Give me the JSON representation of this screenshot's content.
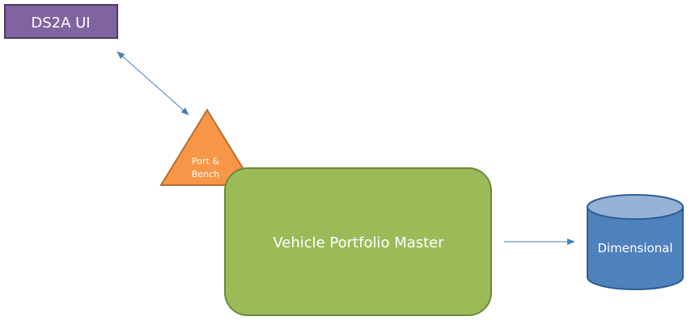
{
  "diagram": {
    "nodes": {
      "ds2a_ui": {
        "label": "DS2A UI",
        "shape": "rectangle",
        "fill": "#8064A2",
        "stroke": "#4B3A62"
      },
      "port_bench": {
        "label_lines": [
          "Port &",
          "Bench"
        ],
        "shape": "triangle",
        "fill": "#F79646",
        "stroke": "#B66D31"
      },
      "vehicle_portfolio_master": {
        "label": "Vehicle Portfolio Master",
        "shape": "rounded-rectangle",
        "fill": "#9BBB59",
        "stroke": "#6A8A3A"
      },
      "dimensional": {
        "label": "Dimensional",
        "shape": "cylinder",
        "fill": "#4F81BD",
        "top_fill": "#95B3D7",
        "stroke": "#2E5E93"
      }
    },
    "edges": [
      {
        "from": "ds2a_ui",
        "to": "port_bench",
        "direction": "both",
        "color": "#4A7EBB"
      },
      {
        "from": "vehicle_portfolio_master",
        "to": "dimensional",
        "direction": "forward",
        "color": "#4A7EBB"
      }
    ]
  }
}
